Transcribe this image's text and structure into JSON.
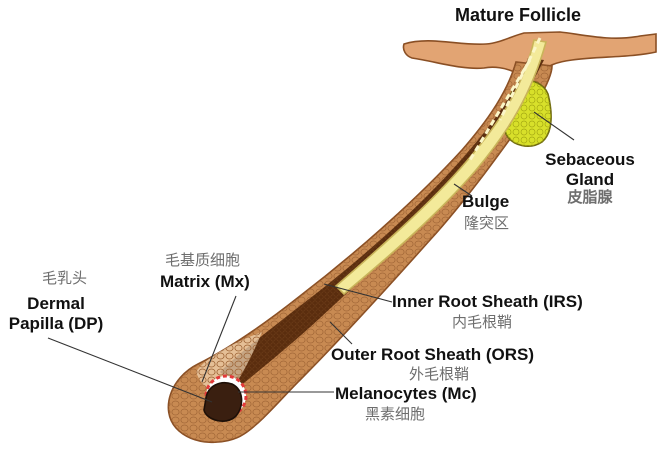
{
  "title": "Mature Follicle",
  "labels": {
    "sebaceous_en_1": "Sebaceous",
    "sebaceous_en_2": "Gland",
    "sebaceous_zh": "皮脂腺",
    "bulge_en": "Bulge",
    "bulge_zh": "隆突区",
    "matrix_zh": "毛基质细胞",
    "matrix_en": "Matrix (Mx)",
    "dp_zh": "毛乳头",
    "dp_en_1": "Dermal",
    "dp_en_2": "Papilla (DP)",
    "irs_en": "Inner Root Sheath (IRS)",
    "irs_zh": "内毛根鞘",
    "ors_en": "Outer Root Sheath (ORS)",
    "ors_zh": "外毛根鞘",
    "mc_en": "Melanocytes (Mc)",
    "mc_zh": "黑素细胞"
  },
  "colors": {
    "skin": "#e2a473",
    "skin_edge": "#8a4f24",
    "ors": "#c88a52",
    "irs_dark": "#5a2d0e",
    "hair_shaft": "#f3ea9a",
    "gland": "#d8e02a",
    "papilla": "#3a1f10",
    "melanocyte": "#e23a3a"
  }
}
